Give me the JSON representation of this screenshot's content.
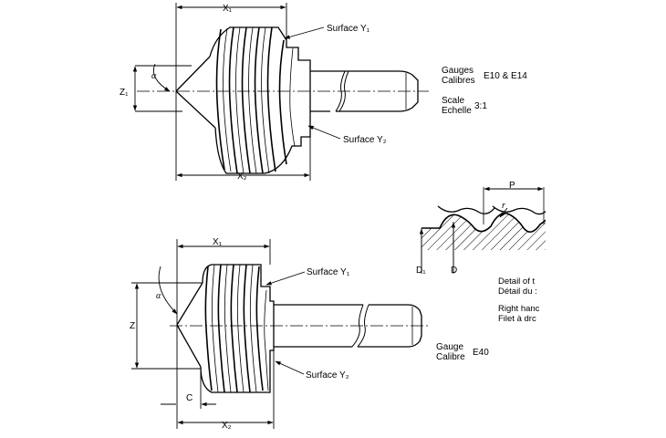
{
  "top_figure": {
    "dim_x1": "X₁",
    "dim_x2": "X₂",
    "dim_z1": "Z₁",
    "angle": "α",
    "surface_y1": "Surface Y₁",
    "surface_y2": "Surface Y₂",
    "gauges_line1": "Gauges",
    "gauges_line2": "Calibres",
    "gauges_value": "E10 & E14",
    "scale_line1": "Scale",
    "scale_line2": "Echelle",
    "scale_value": "3:1"
  },
  "detail": {
    "dim_p": "P",
    "dim_r": "r",
    "dim_d1": "D₁",
    "dim_d": "D",
    "caption_1": "Detail of t",
    "caption_2": "Détail du :",
    "caption_3": "Right hanc",
    "caption_4": "Filet à drc"
  },
  "bottom_figure": {
    "dim_x1": "X₁",
    "dim_x2": "X₂",
    "dim_z": "Z",
    "dim_c": "C",
    "angle": "α",
    "surface_y1": "Surface Y₁",
    "surface_y2": "Surface Y₂",
    "gauge_line1": "Gauge",
    "gauge_line2": "Calibre",
    "gauge_value": "E40"
  },
  "colors": {
    "ink": "#000000",
    "paper": "#ffffff"
  }
}
